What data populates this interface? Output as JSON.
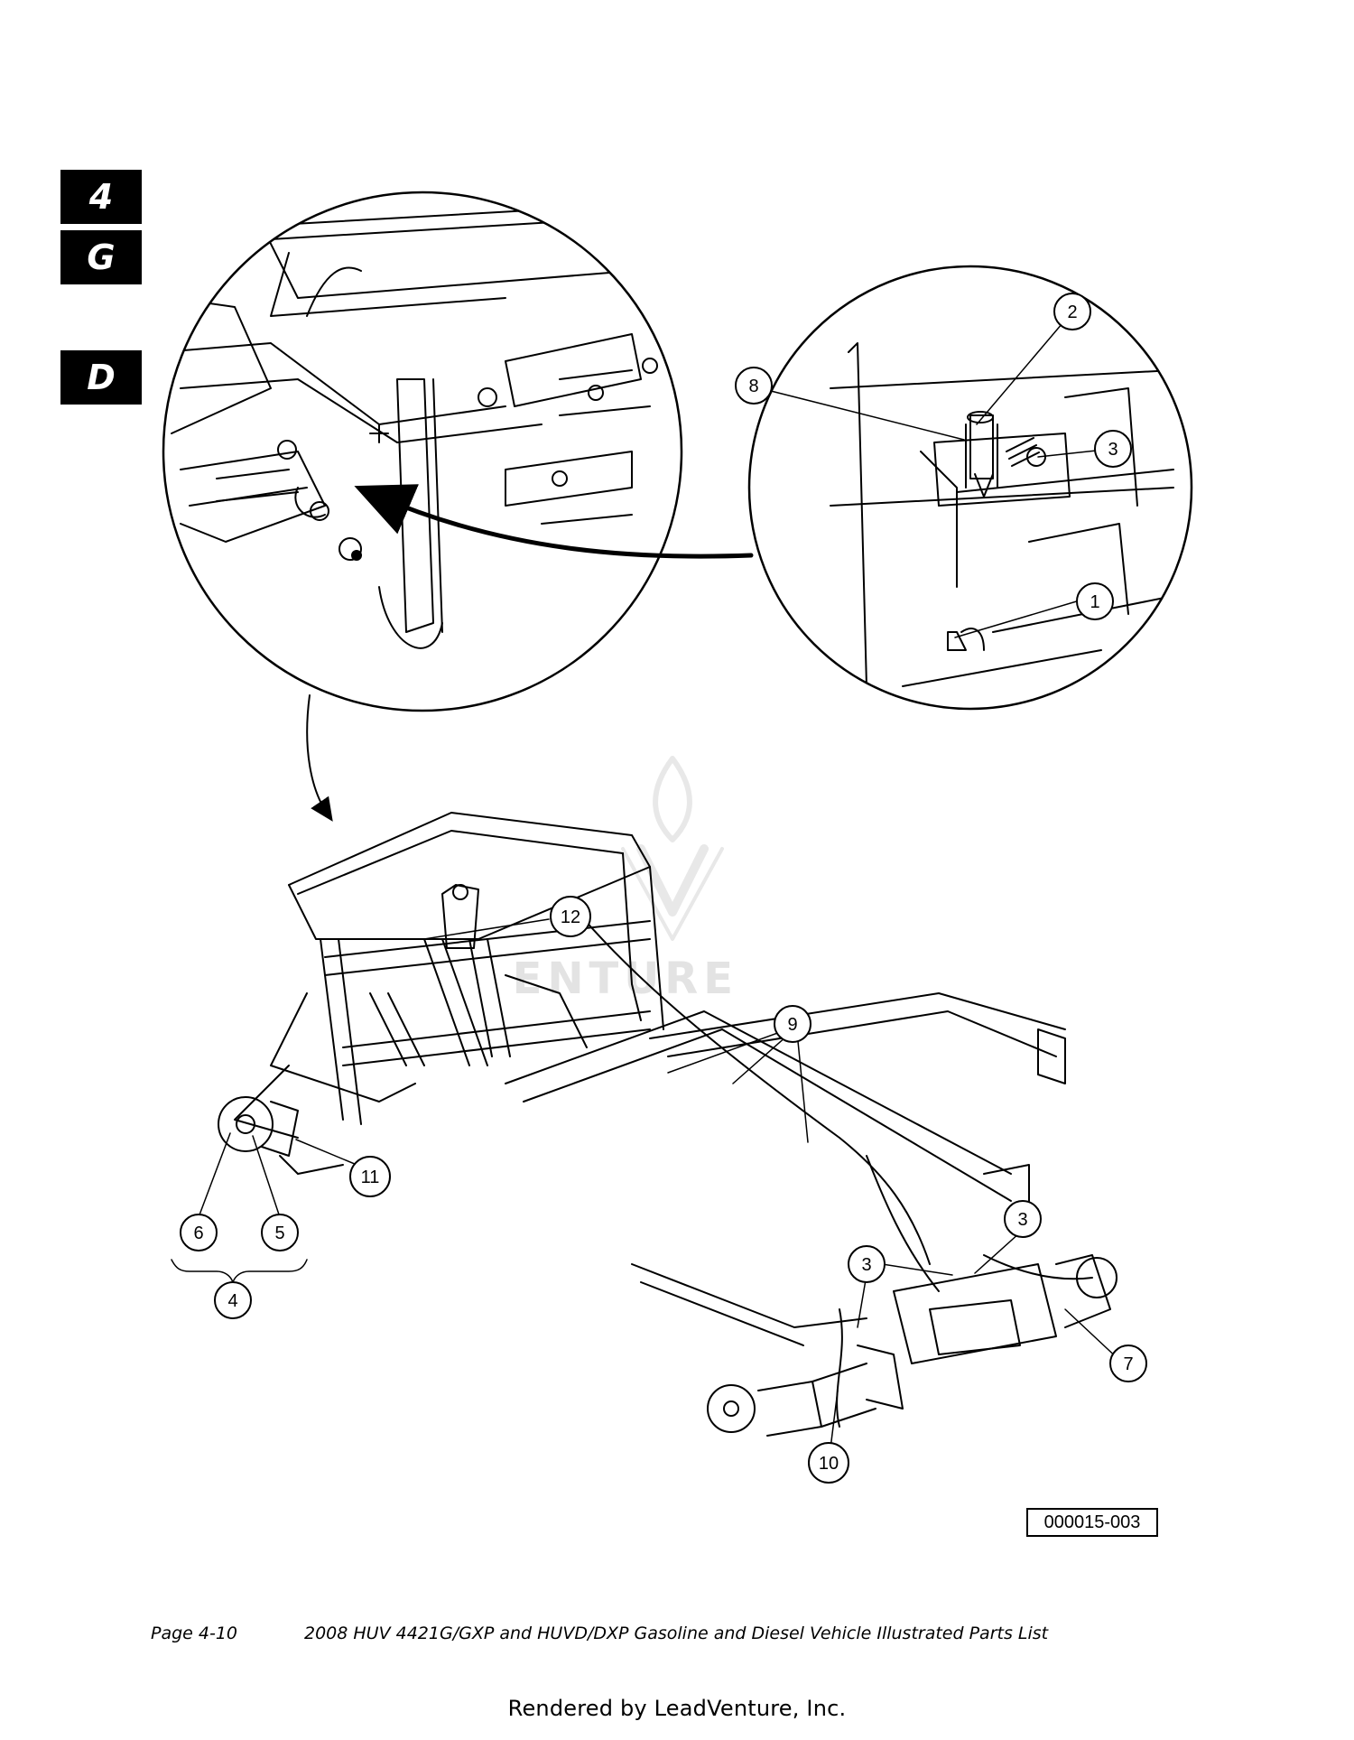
{
  "tabs": [
    "4",
    "G",
    "D"
  ],
  "callouts": [
    "1",
    "2",
    "3",
    "8",
    "12",
    "9",
    "11",
    "6",
    "5",
    "4",
    "3",
    "3",
    "7",
    "10"
  ],
  "watermark": "ENTURE",
  "figure_code": "000015-003",
  "footer": {
    "page": "Page 4-10",
    "title": "2008 HUV 4421G/GXP and HUVD/DXP Gasoline and Diesel Vehicle Illustrated Parts List"
  },
  "rendered_by": "Rendered by LeadVenture, Inc."
}
